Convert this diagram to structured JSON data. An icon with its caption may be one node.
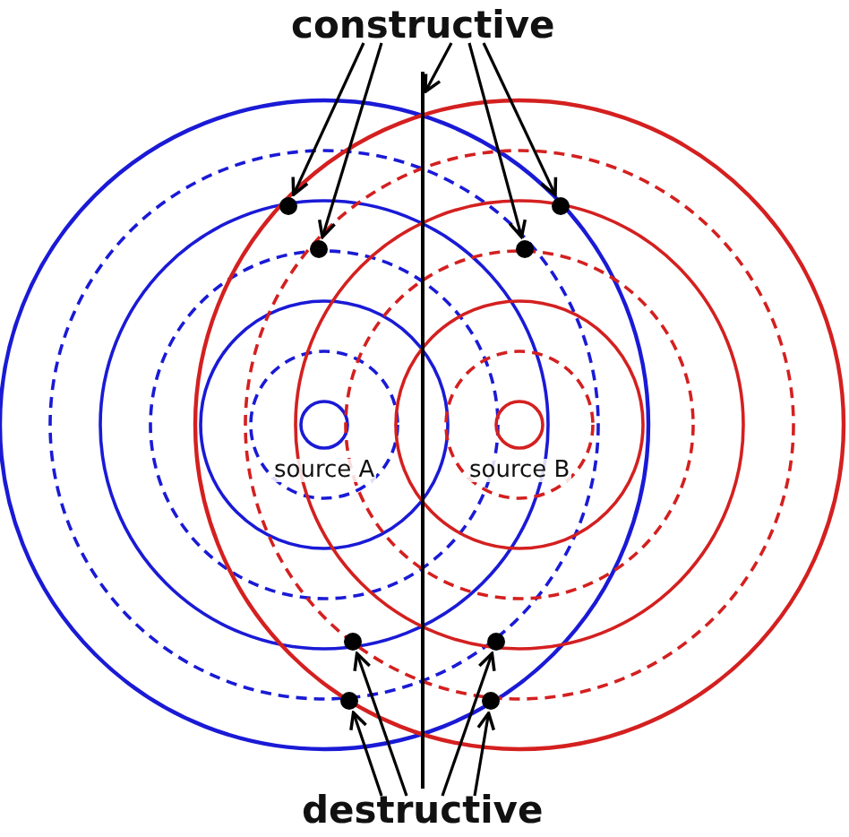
{
  "diagram": {
    "nodes": [
      {
        "text": [
          "constructive"
        ]
      },
      {
        "text": [
          "destructive"
        ]
      },
      {
        "text": [],
        "shape": "line"
      },
      {
        "text": [],
        "shape": "circle"
      },
      {
        "text": [],
        "shape": "circle"
      },
      {
        "text": [],
        "shape": "circle"
      },
      {
        "text": [],
        "shape": "circle"
      },
      {
        "text": [],
        "shape": "circle"
      },
      {
        "text": [],
        "shape": "circle"
      },
      {
        "text": [],
        "shape": "circle"
      },
      {
        "text": [],
        "shape": "circle"
      }
    ],
    "edges": [
      {
        "from": 0,
        "to": 3,
        "arrow": "to"
      },
      {
        "from": 0,
        "to": 4,
        "arrow": "to"
      },
      {
        "from": 0,
        "to": 2,
        "arrow": "to"
      },
      {
        "from": 0,
        "to": 5,
        "arrow": "to"
      },
      {
        "from": 0,
        "to": 6,
        "arrow": "to"
      },
      {
        "from": 1,
        "to": 8,
        "arrow": "to"
      },
      {
        "from": 1,
        "to": 7,
        "arrow": "to"
      },
      {
        "from": 1,
        "to": 9,
        "arrow": "to"
      },
      {
        "from": 1,
        "to": 10,
        "arrow": "to"
      }
    ],
    "labels": [
      "source A",
      "source B"
    ]
  }
}
